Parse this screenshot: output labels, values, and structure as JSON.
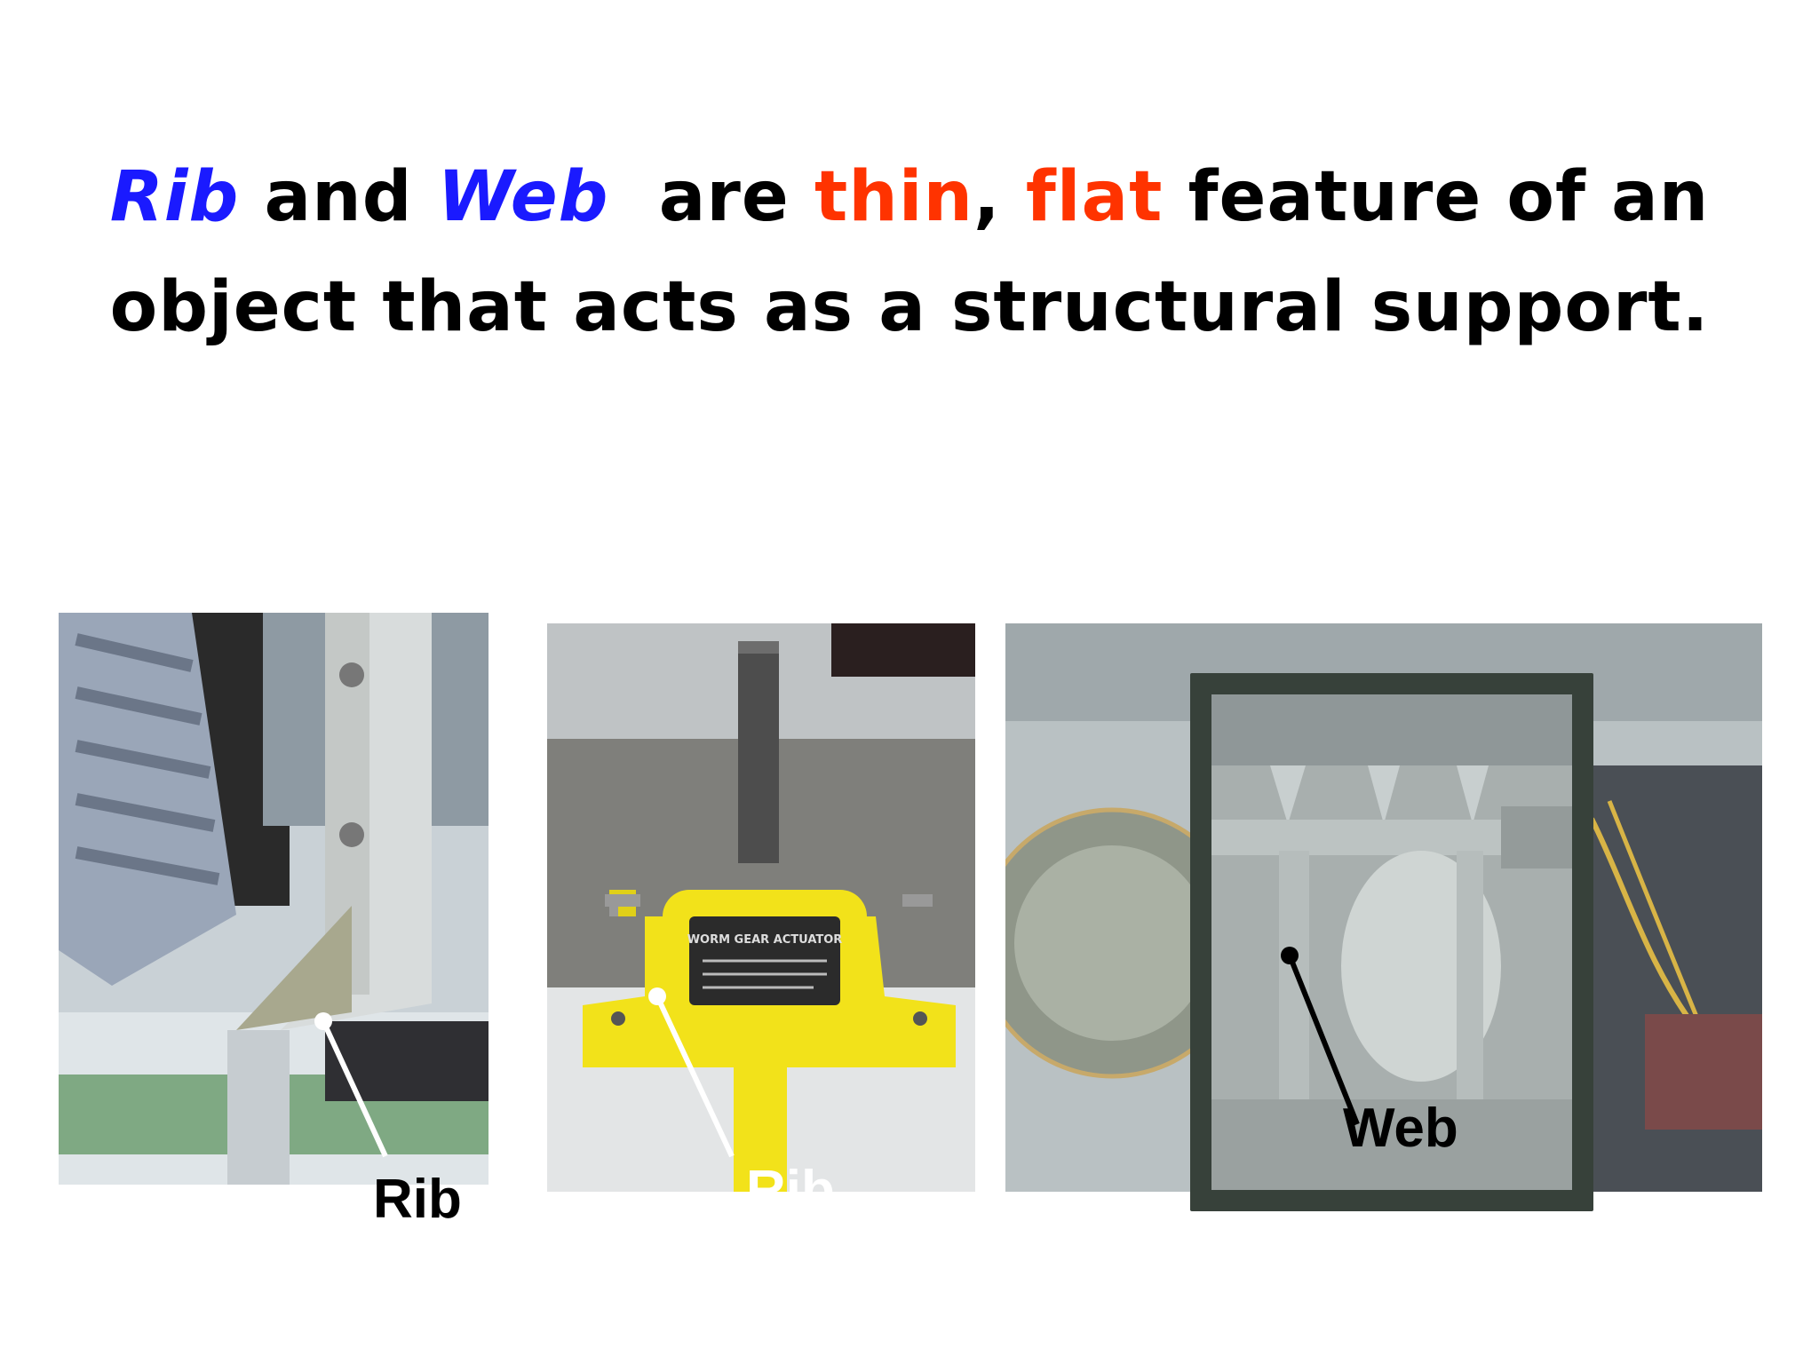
{
  "heading": {
    "line1": {
      "w1": "Rib",
      "w2": " and ",
      "w3": "Web",
      "w4": "  are ",
      "w5": "thin",
      "w6": ", ",
      "w7": "flat",
      "w8": " feature of an"
    },
    "line2": "object that acts as a structural support."
  },
  "photos": {
    "left": {
      "label": "Rib"
    },
    "middle": {
      "label": "Rib",
      "plate_text": "WORM GEAR ACTUATOR"
    },
    "right": {
      "label": "Web"
    }
  },
  "colors": {
    "accent_blue": "#1a1aff",
    "accent_red": "#ff3300",
    "actuator_yellow": "#f2e21a"
  }
}
